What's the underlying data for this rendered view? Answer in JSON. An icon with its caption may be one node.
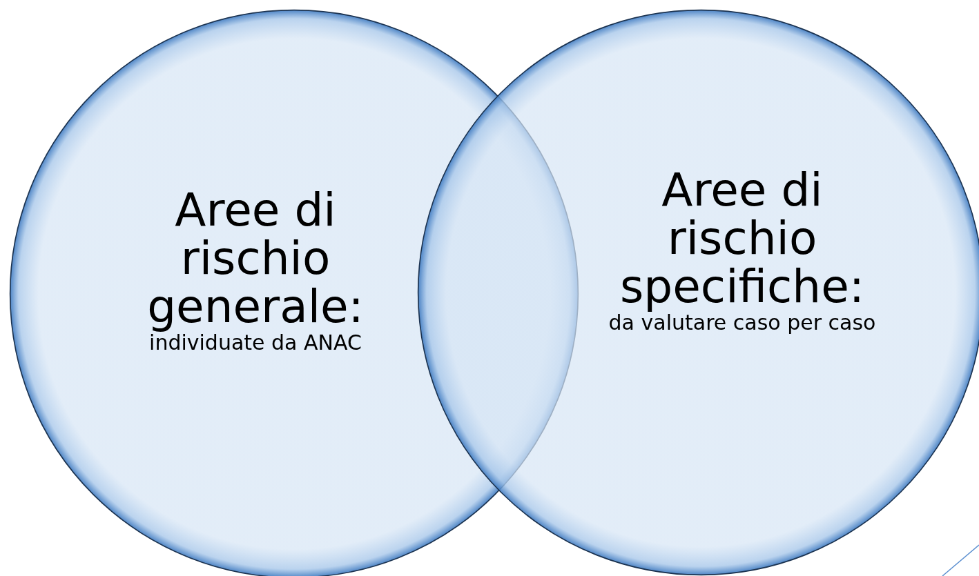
{
  "diagram": {
    "nodes": [
      {
        "text": [
          "Aree di rischio generale:",
          "individuate da ANAC"
        ]
      },
      {
        "text": [
          "Aree di rischio specifiche:",
          "da valutare caso per caso"
        ]
      }
    ]
  }
}
